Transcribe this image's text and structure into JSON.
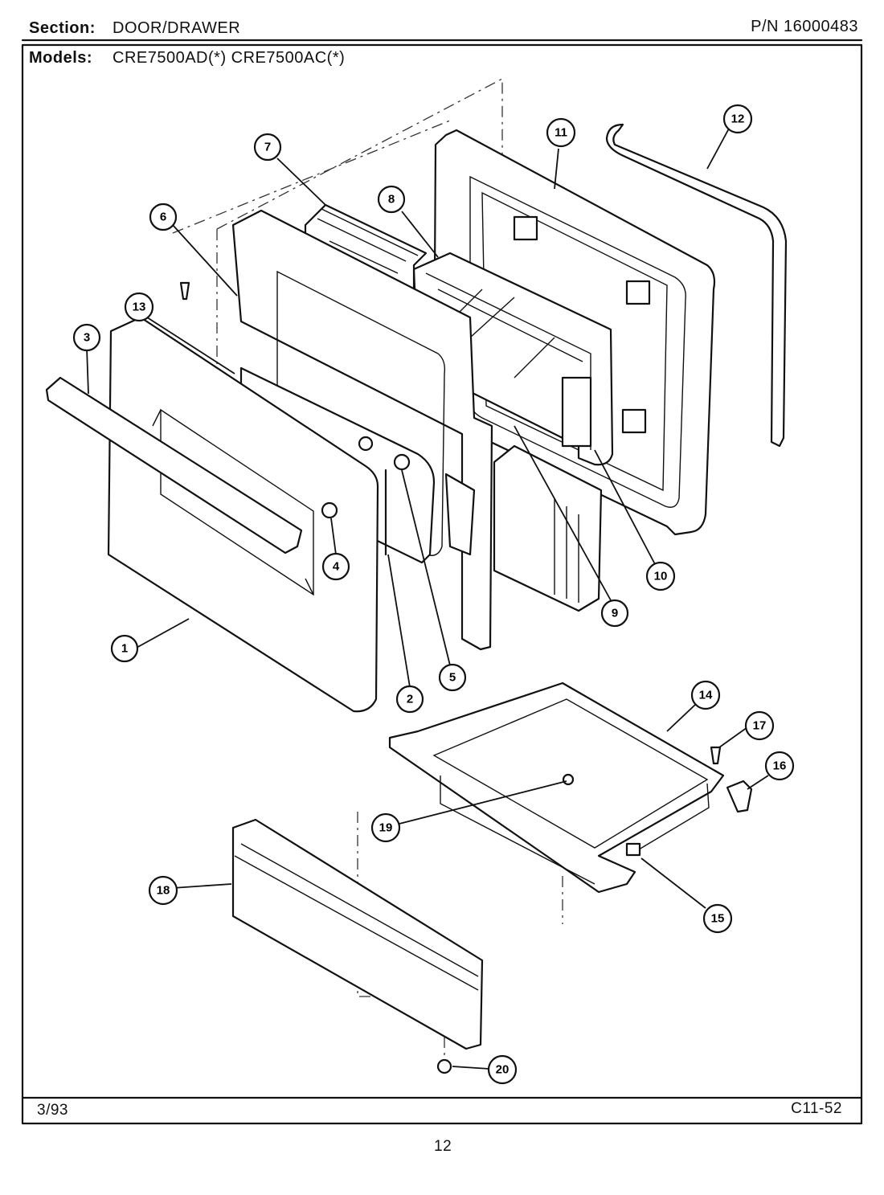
{
  "header": {
    "section_label": "Section:",
    "section_value": "DOOR/DRAWER",
    "part_number": "P/N  16000483",
    "models_label": "Models:",
    "models_value": "CRE7500AD(*)   CRE7500AC(*)"
  },
  "footer": {
    "date": "3/93",
    "code": "C11-52",
    "page_number": "12"
  },
  "callouts": [
    "1",
    "2",
    "3",
    "4",
    "5",
    "6",
    "7",
    "8",
    "9",
    "10",
    "11",
    "12",
    "13",
    "14",
    "15",
    "16",
    "17",
    "18",
    "19",
    "20"
  ]
}
